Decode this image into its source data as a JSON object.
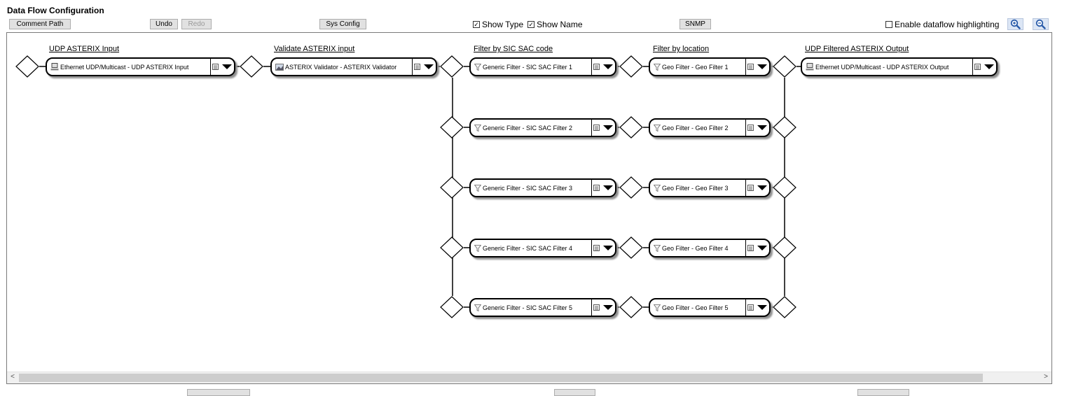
{
  "page": {
    "title": "Data Flow Configuration"
  },
  "toolbar": {
    "comment_path": "Comment Path",
    "undo": "Undo",
    "redo": "Redo",
    "sys_config": "Sys Config",
    "show_type": "Show Type",
    "show_type_checked": true,
    "show_name": "Show Name",
    "show_name_checked": true,
    "snmp": "SNMP",
    "enable_highlighting": "Enable dataflow highlighting",
    "enable_highlighting_checked": false,
    "zoom_in_icon": "zoom-in-icon",
    "zoom_out_icon": "zoom-out-icon"
  },
  "stages": {
    "input": "UDP ASTERIX Input",
    "validate": "Validate ASTERIX input",
    "sic_sac": "Filter by SIC SAC code",
    "location": "Filter by location",
    "output": "UDP Filtered ASTERIX Output"
  },
  "nodes": {
    "input": {
      "label": "Ethernet UDP/Multicast - UDP ASTERIX Input",
      "icon": "network-icon"
    },
    "validator": {
      "label": "ASTERIX Validator - ASTERIX Validator",
      "icon": "image-icon"
    },
    "output": {
      "label": "Ethernet UDP/Multicast - UDP ASTERIX Output",
      "icon": "network-icon"
    },
    "sic_filters": [
      {
        "label": "Generic Filter - SIC SAC Filter 1",
        "icon": "filter-icon"
      },
      {
        "label": "Generic Filter - SIC SAC Filter 2",
        "icon": "filter-icon"
      },
      {
        "label": "Generic Filter - SIC SAC Filter 3",
        "icon": "filter-icon"
      },
      {
        "label": "Generic Filter - SIC SAC Filter 4",
        "icon": "filter-icon"
      },
      {
        "label": "Generic Filter - SIC SAC Filter 5",
        "icon": "filter-icon"
      }
    ],
    "geo_filters": [
      {
        "label": "Geo Filter - Geo Filter 1",
        "icon": "filter-icon"
      },
      {
        "label": "Geo Filter - Geo Filter 2",
        "icon": "filter-icon"
      },
      {
        "label": "Geo Filter - Geo Filter 3",
        "icon": "filter-icon"
      },
      {
        "label": "Geo Filter - Geo Filter 4",
        "icon": "filter-icon"
      },
      {
        "label": "Geo Filter - Geo Filter 5",
        "icon": "filter-icon"
      }
    ]
  },
  "scrollbar": {
    "left_arrow": "<",
    "right_arrow": ">"
  }
}
